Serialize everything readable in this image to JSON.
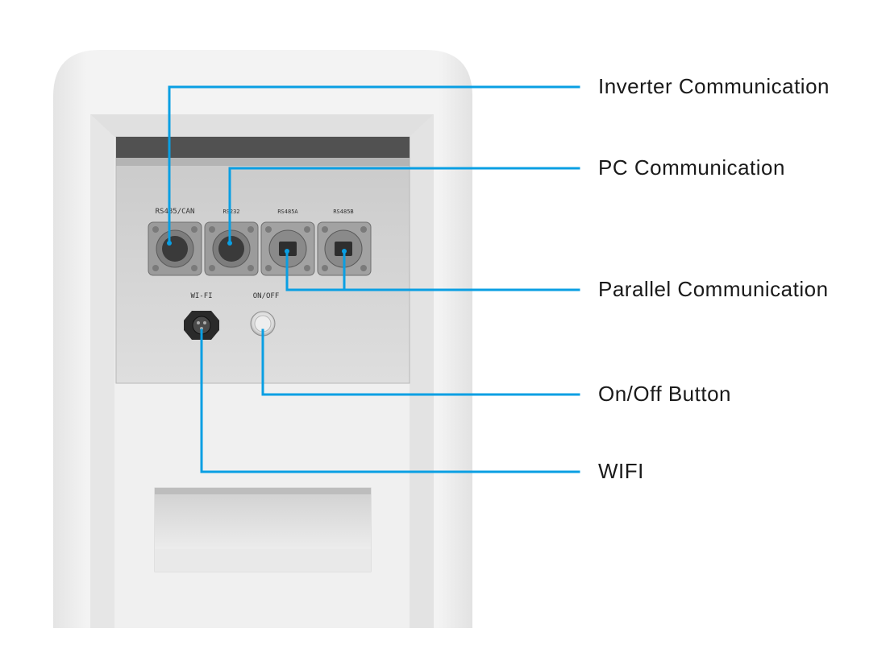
{
  "panel": {
    "port_labels": [
      "RS485/CAN",
      "RS232",
      "RS485A",
      "RS485B"
    ],
    "wifi_label": "WI-FI",
    "onoff_label": "ON/OFF"
  },
  "callouts": {
    "inverter": "Inverter Communication",
    "pc": "PC Communication",
    "parallel": "Parallel Communication",
    "onoff": "On/Off Button",
    "wifi": "WIFI"
  },
  "colors": {
    "leader": "#0a9fe3",
    "cabinet": "#f1f1f1",
    "panel": "#d2d2d2"
  }
}
